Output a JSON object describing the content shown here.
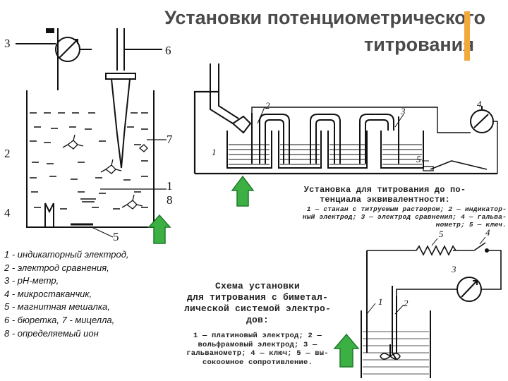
{
  "title": {
    "line1": "Установки потенциометрического",
    "line2": "титрования"
  },
  "figure_left": {
    "labels": {
      "n3": "3",
      "n6": "6",
      "n7": "7",
      "n2": "2",
      "n1": "1",
      "n8": "8",
      "n4": "4",
      "n5": "5"
    }
  },
  "legend": [
    "1 - индикаторный электрод,",
    "2 - электрод сравнения,",
    "3 - рН-метр,",
    "4 - микростаканчик,",
    "5 - магнитная мешалка,",
    "6 - бюретка, 7 - мицелла,",
    "8 - определяемый ион"
  ],
  "figure_top_right": {
    "labels": {
      "n1": "1",
      "n2": "2",
      "n3": "3",
      "n4": "4",
      "n5": "5"
    },
    "caption_lines": [
      "Установка для титрования до по-",
      "тенциала эквивалентности:"
    ],
    "description_lines": [
      "1 — стакан с титруемым раствором; 2 — индикатор-",
      "ный электрод; 3 — электрод сравнения; 4 — гальва-",
      "нометр; 5 — ключ."
    ]
  },
  "figure_bottom_right": {
    "labels": {
      "n1": "1",
      "n2": "2",
      "n3": "3",
      "n4": "4",
      "n5": "5"
    },
    "caption_lines": [
      "Схема   установки",
      "для титрования с биметал-",
      "лической системой электро-",
      "дов:"
    ],
    "description_lines": [
      "1 — платиновый  электрод;  2 —",
      "вольфрамовый  электрод;  3 —",
      "гальванометр; 4 — ключ; 5 — вы-",
      "сокоомное сопротивление."
    ]
  },
  "colors": {
    "title": "#4a4a4a",
    "accent": "#f2a93b",
    "arrow": "#3cb043",
    "arrow_stroke": "#1f7a2a",
    "ink": "#111111"
  },
  "icons": [
    "up-arrow-icon",
    "galvanometer-icon",
    "stirrer-icon",
    "resistor-icon"
  ]
}
